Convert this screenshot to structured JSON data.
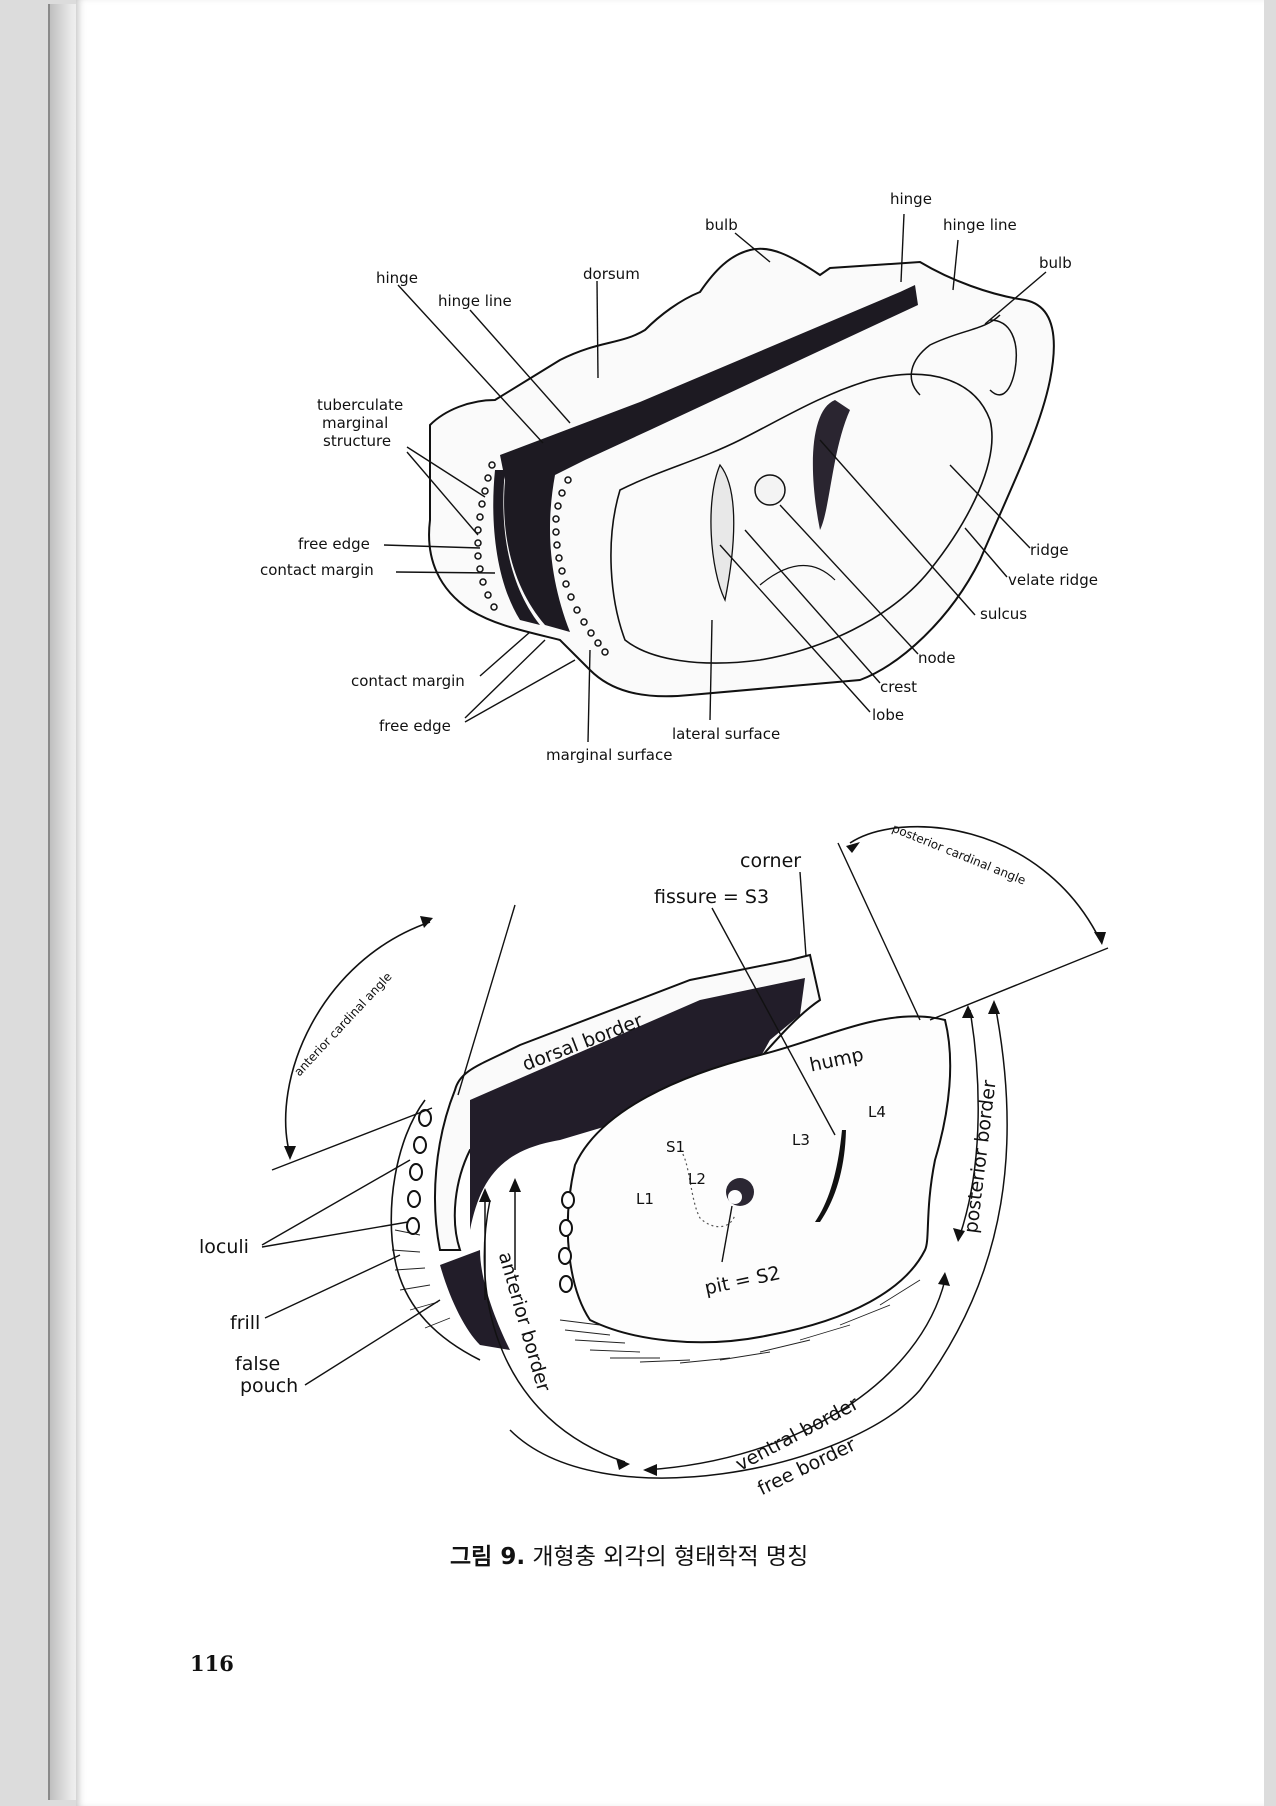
{
  "figure_top": {
    "labels": {
      "hinge_right": "hinge",
      "hinge_line_right": "hinge line",
      "bulb_top": "bulb",
      "bulb_right": "bulb",
      "hinge_left": "hinge",
      "dorsum": "dorsum",
      "hinge_line_left": "hinge line",
      "tuberculate": "tuberculate",
      "marginal": "marginal",
      "structure": "structure",
      "free_edge_left": "free edge",
      "contact_margin_left": "contact margin",
      "ridge": "ridge",
      "velate_ridge": "velate ridge",
      "sulcus": "sulcus",
      "node": "node",
      "crest": "crest",
      "lobe": "lobe",
      "contact_margin_bottom": "contact margin",
      "free_edge_bottom": "free edge",
      "lateral_surface": "lateral surface",
      "marginal_surface": "marginal surface"
    }
  },
  "figure_bottom": {
    "labels": {
      "posterior_cardinal_angle": "posterior cardinal angle",
      "corner": "corner",
      "fissure": "fissure = S3",
      "anterior_cardinal_angle": "anterior cardinal angle",
      "dorsal_border": "dorsal border",
      "hump": "hump",
      "l4": "L4",
      "l3": "L3",
      "s1": "S1",
      "l1": "L1",
      "l2": "L2",
      "pit": "pit = S2",
      "posterior_border": "posterior border",
      "loculi": "loculi",
      "frill": "frill",
      "false_pouch_1": "false",
      "false_pouch_2": "pouch",
      "anterior_border": "anterior border",
      "ventral_border": "ventral border",
      "free_border": "free border"
    }
  },
  "caption": {
    "number": "그림 9.",
    "text": "개형충 외각의 형태학적 명칭"
  },
  "page_number": "116"
}
